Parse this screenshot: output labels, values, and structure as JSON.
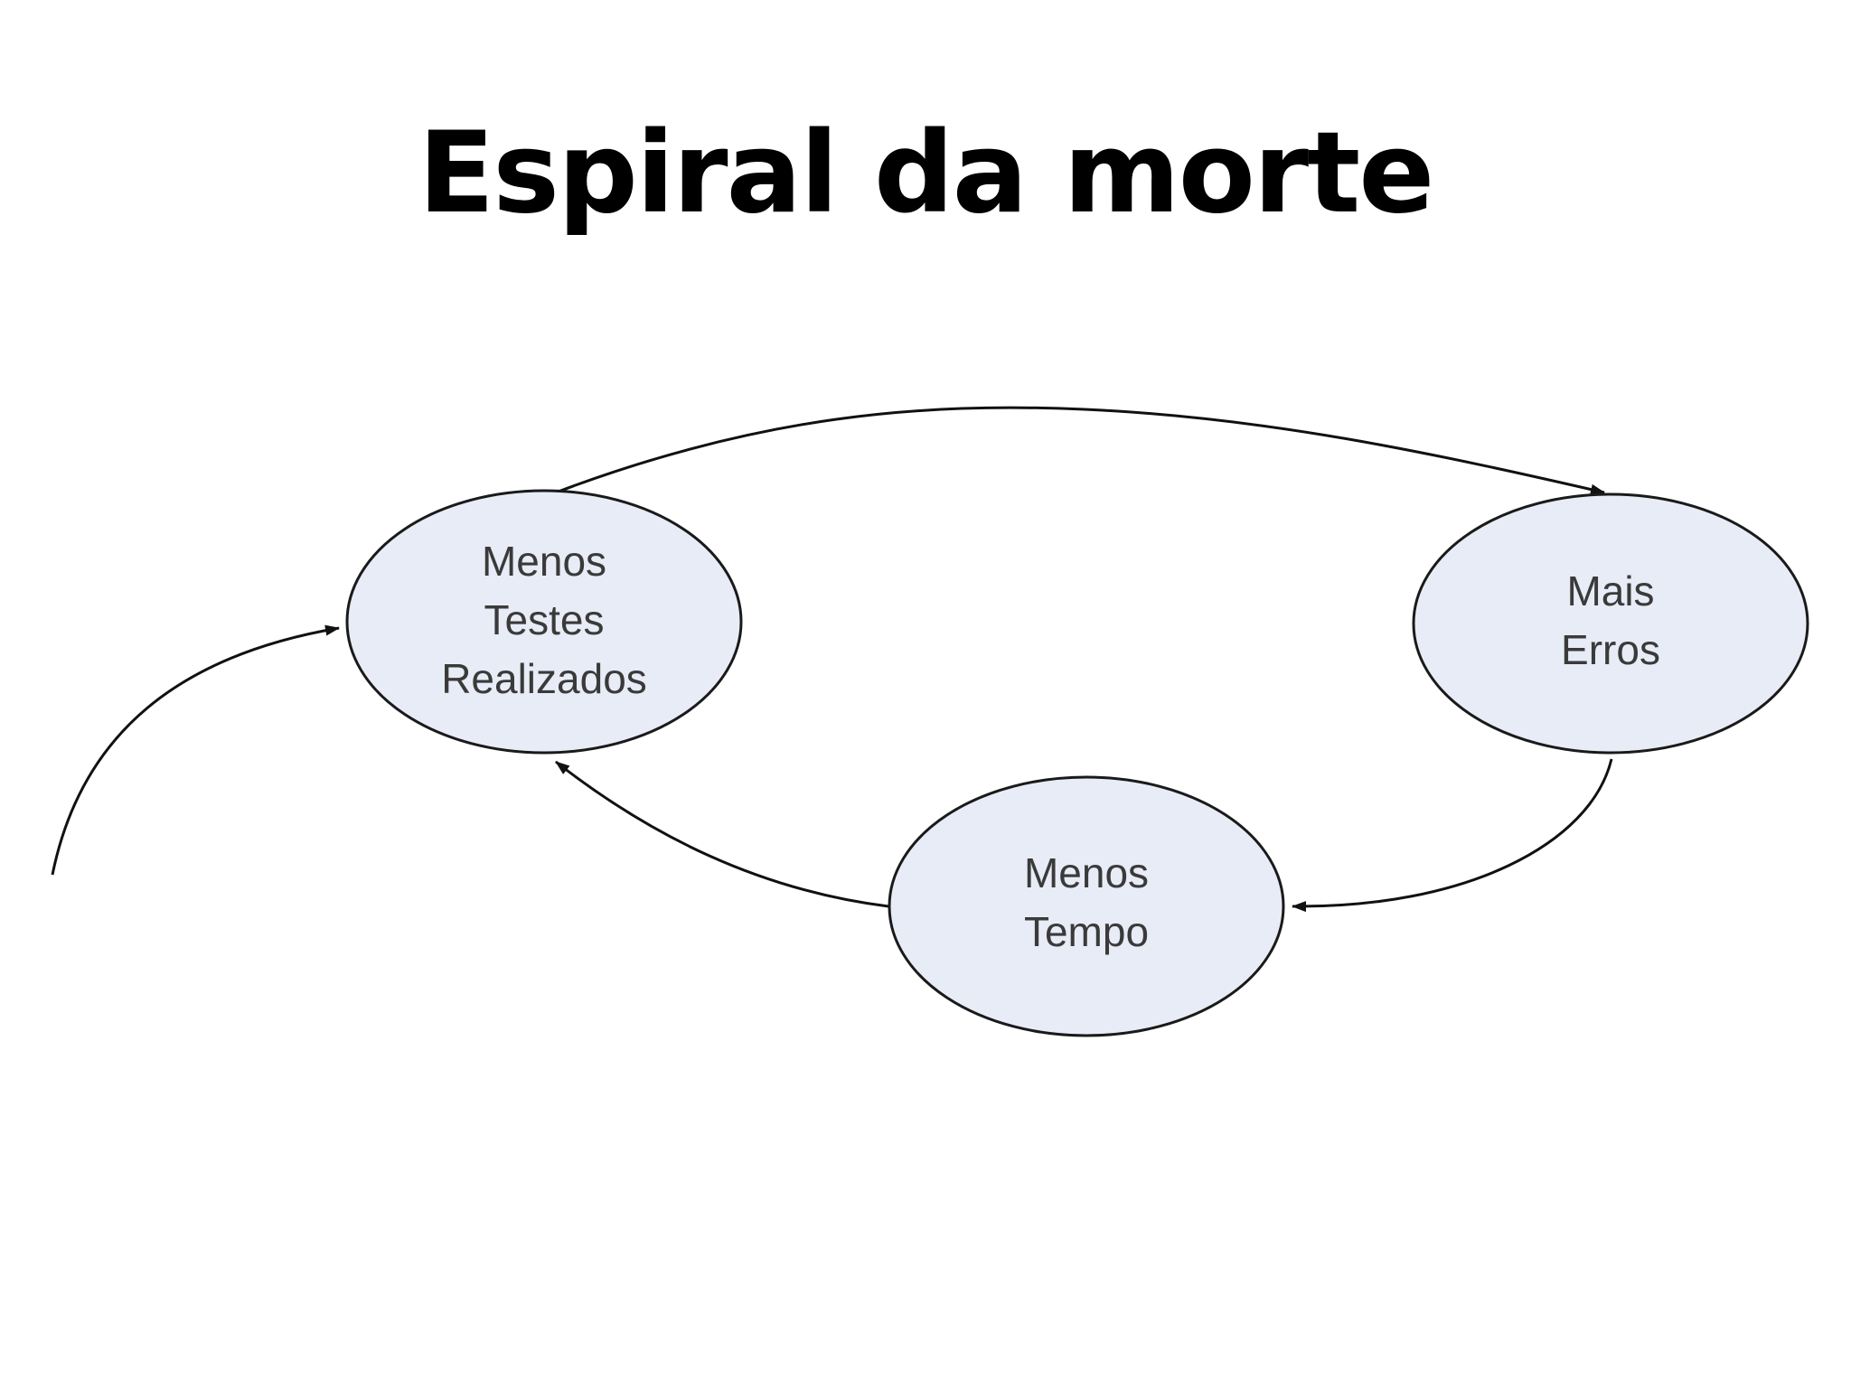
{
  "title": "Espiral da morte",
  "colors": {
    "node_fill": "#e8ecf6",
    "node_stroke": "#1a1a1a",
    "text": "#3a3a3a",
    "edge": "#111111"
  },
  "nodes": {
    "menos_testes": {
      "lines": [
        "Menos",
        "Testes",
        "Realizados"
      ]
    },
    "mais_erros": {
      "lines": [
        "Mais",
        "Erros"
      ]
    },
    "menos_tempo": {
      "lines": [
        "Menos",
        "Tempo"
      ]
    }
  },
  "edges": [
    {
      "from": "menos_testes",
      "to": "mais_erros"
    },
    {
      "from": "mais_erros",
      "to": "menos_tempo"
    },
    {
      "from": "menos_tempo",
      "to": "menos_testes"
    },
    {
      "from": "",
      "to": "menos_testes"
    }
  ]
}
